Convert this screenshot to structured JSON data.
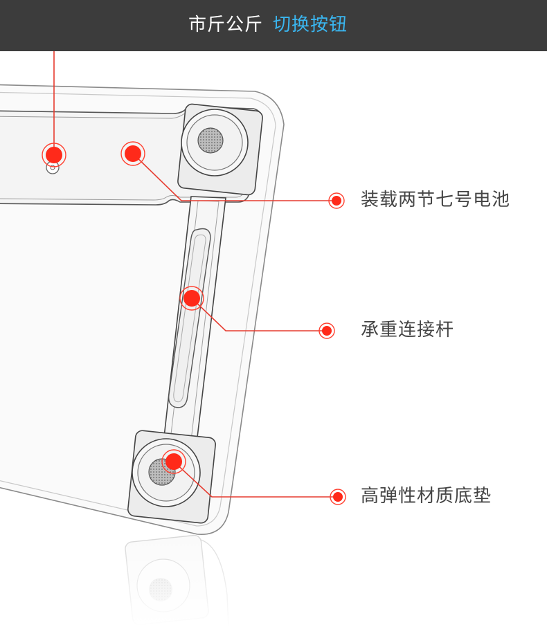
{
  "header": {
    "title": "市斤公斤",
    "highlight": "切换按钮"
  },
  "callouts": [
    {
      "label": "装载两节七号电池"
    },
    {
      "label": "承重连接杆"
    },
    {
      "label": "高弹性材质底垫"
    }
  ],
  "colors": {
    "header_bg": "#3c3c3c",
    "header_highlight": "#3ab6f0",
    "marker_red": "#ff2a1a",
    "leader_line": "#e63a2e",
    "label_text": "#444444"
  }
}
